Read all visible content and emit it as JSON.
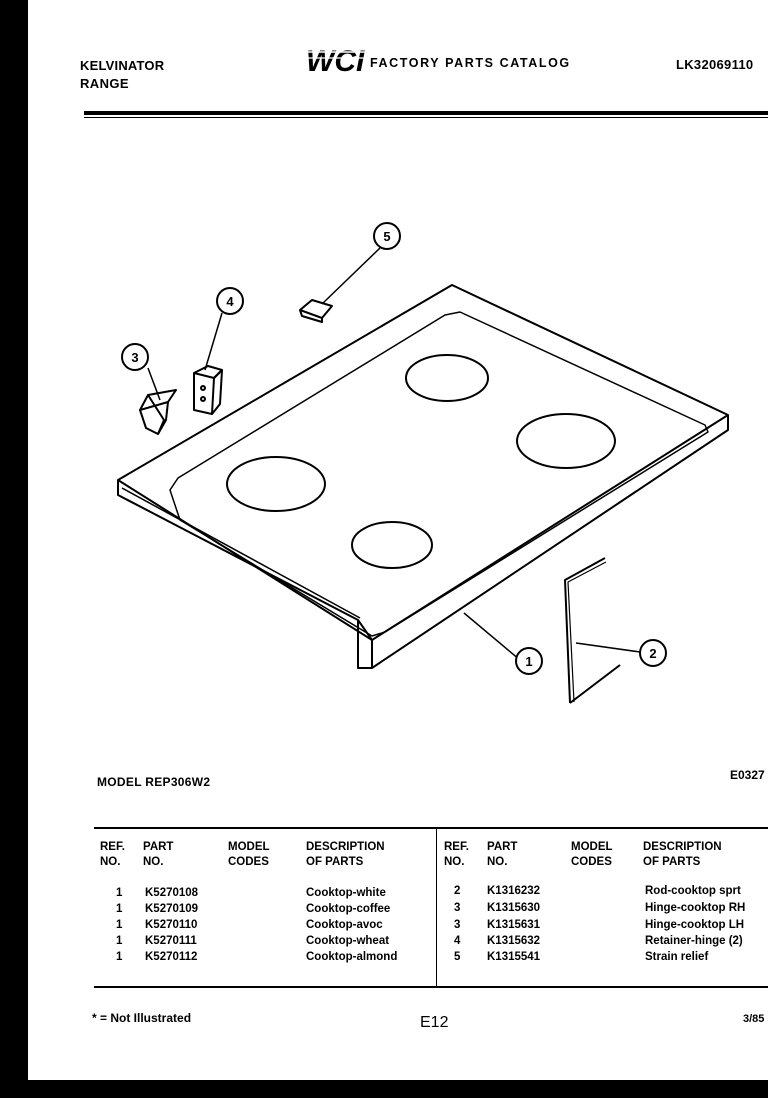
{
  "header": {
    "brand": "KELVINATOR",
    "product": "RANGE",
    "logo_text": "WCI",
    "catalog_title": "FACTORY PARTS CATALOG",
    "catalog_code": "LK32069110"
  },
  "diagram": {
    "callouts": [
      "1",
      "2",
      "3",
      "4",
      "5"
    ]
  },
  "model_line": "MODEL REP306W2",
  "drawing_code": "E0327",
  "table": {
    "headers": {
      "ref": [
        "REF.",
        "NO."
      ],
      "part": [
        "PART",
        "NO."
      ],
      "model": [
        "MODEL",
        "CODES"
      ],
      "desc": [
        "DESCRIPTION",
        "OF PARTS"
      ]
    },
    "left_rows": [
      {
        "ref": "1",
        "part": "K5270108",
        "model": "",
        "desc": "Cooktop-white"
      },
      {
        "ref": "1",
        "part": "K5270109",
        "model": "",
        "desc": "Cooktop-coffee"
      },
      {
        "ref": "1",
        "part": "K5270110",
        "model": "",
        "desc": "Cooktop-avoc"
      },
      {
        "ref": "1",
        "part": "K5270111",
        "model": "",
        "desc": "Cooktop-wheat"
      },
      {
        "ref": "1",
        "part": "K5270112",
        "model": "",
        "desc": "Cooktop-almond"
      }
    ],
    "right_rows": [
      {
        "ref": "2",
        "part": "K1316232",
        "model": "",
        "desc": "Rod-cooktop sprt"
      },
      {
        "ref": "3",
        "part": "K1315630",
        "model": "",
        "desc": "Hinge-cooktop RH"
      },
      {
        "ref": "3",
        "part": "K1315631",
        "model": "",
        "desc": "Hinge-cooktop LH"
      },
      {
        "ref": "4",
        "part": "K1315632",
        "model": "",
        "desc": "Retainer-hinge (2)"
      },
      {
        "ref": "5",
        "part": "K1315541",
        "model": "",
        "desc": "Strain relief"
      }
    ]
  },
  "footer": {
    "note": "* = Not Illustrated",
    "page_number": "E12",
    "date": "3/85"
  }
}
